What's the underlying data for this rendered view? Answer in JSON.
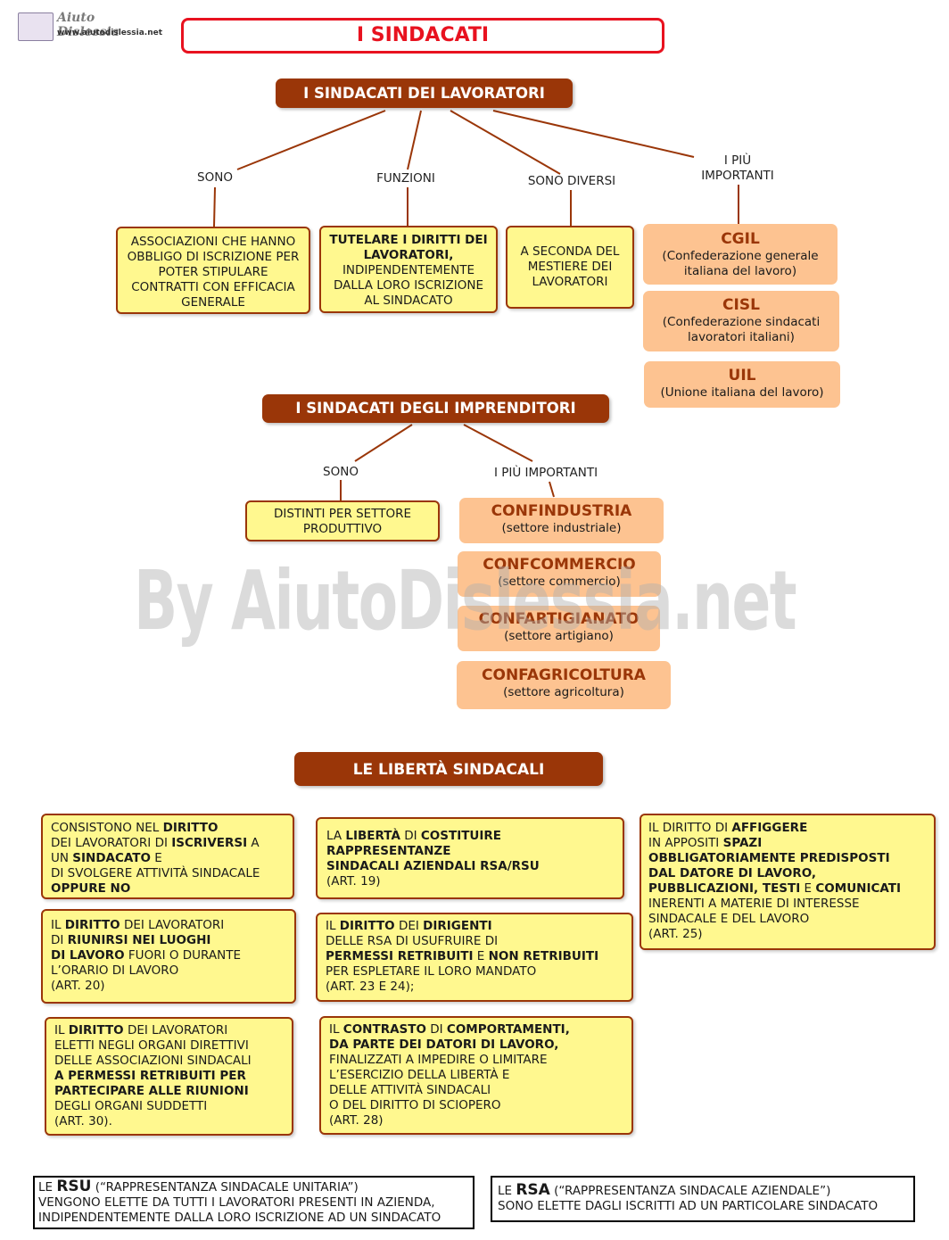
{
  "logo": {
    "name": "Aiuto Dislessia",
    "url": "www.aiutodislessia.net"
  },
  "title": "I SINDACATI",
  "watermark": "By AiutoDislessia.net",
  "workers": {
    "header": "I SINDACATI DEI LAVORATORI",
    "links": [
      "SONO",
      "FUNZIONI",
      "SONO DIVERSI",
      "I PIÙ IMPORTANTI"
    ],
    "boxes": [
      "ASSOCIAZIONI CHE HANNO OBBLIGO DI ISCRIZIONE PER POTER STIPULARE CONTRATTI CON EFFICACIA GENERALE",
      "A SECONDA DEL MESTIERE DEI LAVORATORI"
    ],
    "functions": {
      "bold": "TUTELARE I DIRITTI DEI LAVORATORI,",
      "rest": "INDIPENDENTEMENTE DALLA LORO ISCRIZIONE AL SINDACATO"
    },
    "unions": [
      {
        "name": "CGIL",
        "desc": "(Confederazione  generale italiana  del  lavoro)"
      },
      {
        "name": "CISL",
        "desc": "(Confederazione sindacati lavoratori italiani)"
      },
      {
        "name": "UIL",
        "desc": "(Unione italiana del lavoro)"
      }
    ]
  },
  "employers": {
    "header": "I SINDACATI DEGLI IMPRENDITORI",
    "links": [
      "SONO",
      "I PIÙ IMPORTANTI"
    ],
    "box": "DISTINTI PER SETTORE PRODUTTIVO",
    "orgs": [
      {
        "name": "CONFINDUSTRIA",
        "desc": "(settore industriale)"
      },
      {
        "name": "CONFCOMMERCIO",
        "desc": "(settore commercio)"
      },
      {
        "name": "CONFARTIGIANATO",
        "desc": "(settore artigiano)"
      },
      {
        "name": "CONFAGRICOLTURA",
        "desc": "(settore agricoltura)"
      }
    ]
  },
  "freedoms": {
    "header": "LE LIBERTÀ SINDACALI",
    "items": [
      [
        [
          "",
          "CONSISTONO NEL "
        ],
        [
          "b",
          "DIRITTO"
        ],
        [
          "br",
          ""
        ],
        [
          "",
          "DEI LAVORATORI DI "
        ],
        [
          "b",
          "ISCRIVERSI"
        ],
        [
          "",
          " A"
        ],
        [
          "br",
          ""
        ],
        [
          "",
          "UN "
        ],
        [
          "b",
          "SINDACATO"
        ],
        [
          "",
          " E"
        ],
        [
          "br",
          ""
        ],
        [
          "",
          "DI SVOLGERE ATTIVITÀ SINDACALE"
        ],
        [
          "br",
          ""
        ],
        [
          "b",
          "OPPURE NO"
        ]
      ],
      [
        [
          "",
          "LA "
        ],
        [
          "b",
          "LIBERTÀ"
        ],
        [
          "",
          " DI "
        ],
        [
          "b",
          "COSTITUIRE"
        ],
        [
          "br",
          ""
        ],
        [
          "b",
          "RAPPRESENTANZE"
        ],
        [
          "br",
          ""
        ],
        [
          "b",
          "SINDACALI AZIENDALI RSA/RSU"
        ],
        [
          "br",
          ""
        ],
        [
          "",
          "(ART. 19)"
        ]
      ],
      [
        [
          "",
          "IL DIRITTO DI "
        ],
        [
          "b",
          "AFFIGGERE"
        ],
        [
          "br",
          ""
        ],
        [
          "",
          "IN APPOSITI "
        ],
        [
          "b",
          "SPAZI"
        ],
        [
          "br",
          ""
        ],
        [
          "b",
          "OBBLIGATORIAMENTE PREDISPOSTI"
        ],
        [
          "br",
          ""
        ],
        [
          "b",
          "DAL DATORE DI LAVORO,"
        ],
        [
          "br",
          ""
        ],
        [
          "b",
          "PUBBLICAZIONI, TESTI"
        ],
        [
          "",
          " E "
        ],
        [
          "b",
          "COMUNICATI"
        ],
        [
          "br",
          ""
        ],
        [
          "",
          "INERENTI A MATERIE DI INTERESSE"
        ],
        [
          "br",
          ""
        ],
        [
          "",
          "SINDACALE E DEL LAVORO"
        ],
        [
          "br",
          ""
        ],
        [
          "",
          "(ART. 25)"
        ]
      ],
      [
        [
          "",
          "IL "
        ],
        [
          "b",
          "DIRITTO"
        ],
        [
          "",
          " DEI LAVORATORI"
        ],
        [
          "br",
          ""
        ],
        [
          "",
          "DI "
        ],
        [
          "b",
          "RIUNIRSI NEI LUOGHI"
        ],
        [
          "br",
          ""
        ],
        [
          "b",
          "DI LAVORO"
        ],
        [
          "",
          " FUORI O DURANTE"
        ],
        [
          "br",
          ""
        ],
        [
          "",
          "L’ORARIO DI LAVORO"
        ],
        [
          "br",
          ""
        ],
        [
          "",
          "(ART. 20)"
        ]
      ],
      [
        [
          "",
          "IL "
        ],
        [
          "b",
          "DIRITTO"
        ],
        [
          "",
          " DEI "
        ],
        [
          "b",
          "DIRIGENTI"
        ],
        [
          "br",
          ""
        ],
        [
          "",
          "DELLE RSA DI USUFRUIRE DI"
        ],
        [
          "br",
          ""
        ],
        [
          "b",
          "PERMESSI RETRIBUITI"
        ],
        [
          "",
          " E "
        ],
        [
          "b",
          "NON RETRIBUITI"
        ],
        [
          "br",
          ""
        ],
        [
          "",
          "PER ESPLETARE IL LORO MANDATO"
        ],
        [
          "br",
          ""
        ],
        [
          "",
          " (ART. 23 E 24);"
        ]
      ],
      [
        [
          "",
          "IL "
        ],
        [
          "b",
          "DIRITTO"
        ],
        [
          "",
          " DEI LAVORATORI"
        ],
        [
          "br",
          ""
        ],
        [
          "",
          "ELETTI NEGLI ORGANI DIRETTIVI"
        ],
        [
          "br",
          ""
        ],
        [
          "",
          "DELLE ASSOCIAZIONI SINDACALI"
        ],
        [
          "br",
          ""
        ],
        [
          "b",
          "A PERMESSI RETRIBUITI PER"
        ],
        [
          "br",
          ""
        ],
        [
          "b",
          "PARTECIPARE ALLE RIUNIONI"
        ],
        [
          "br",
          ""
        ],
        [
          "",
          "DEGLI ORGANI SUDDETTI"
        ],
        [
          "br",
          ""
        ],
        [
          "",
          "(ART. 30)."
        ]
      ],
      [
        [
          "",
          "IL "
        ],
        [
          "b",
          "CONTRASTO"
        ],
        [
          "",
          " DI "
        ],
        [
          "b",
          "COMPORTAMENTI,"
        ],
        [
          "br",
          ""
        ],
        [
          "b",
          "DA PARTE DEI DATORI DI LAVORO,"
        ],
        [
          "br",
          ""
        ],
        [
          "",
          "FINALIZZATI A IMPEDIRE O LIMITARE"
        ],
        [
          "br",
          ""
        ],
        [
          "",
          "L’ESERCIZIO DELLA LIBERTÀ E"
        ],
        [
          "br",
          ""
        ],
        [
          "",
          "DELLE ATTIVITÀ SINDACALI"
        ],
        [
          "br",
          ""
        ],
        [
          "",
          "O DEL DIRITTO DI SCIOPERO"
        ],
        [
          "br",
          ""
        ],
        [
          "",
          "(ART. 28)"
        ]
      ]
    ]
  },
  "notes": [
    {
      "pre": "LE ",
      "abbr": "RSU",
      "line1": " (“RAPPRESENTANZA SINDACALE UNITARIA”)",
      "rest": "VENGONO ELETTE DA TUTTI I LAVORATORI PRESENTI IN AZIENDA, INDIPENDENTEMENTE DALLA LORO ISCRIZIONE AD UN SINDACATO"
    },
    {
      "pre": "LE ",
      "abbr": "RSA",
      "line1": " (“RAPPRESENTANZA SINDACALE AZIENDALE”)",
      "rest": "SONO ELETTE DAGLI ISCRITTI AD UN PARTICOLARE SINDACATO"
    }
  ]
}
